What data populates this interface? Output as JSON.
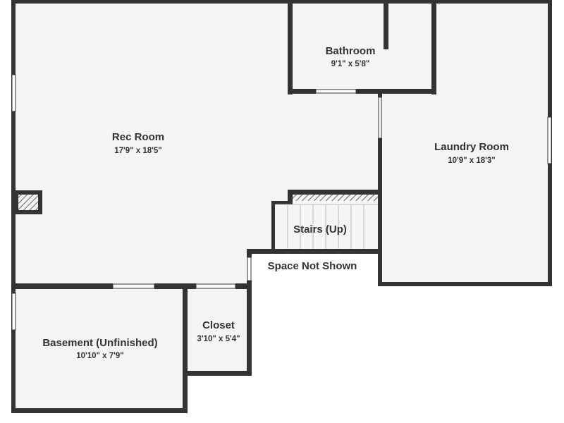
{
  "colors": {
    "wall": "#333333",
    "floor": "#f5f5f5",
    "opening": "#ffffff",
    "stair_line": "#bdbdbd",
    "text": "#333333"
  },
  "rooms": {
    "rec_room": {
      "name": "Rec Room",
      "dims": "17'9\" x 18'5\""
    },
    "bathroom": {
      "name": "Bathroom",
      "dims": "9'1\" x 5'8\""
    },
    "laundry_room": {
      "name": "Laundry Room",
      "dims": "10'9\" x 18'3\""
    },
    "stairs": {
      "name": "Stairs (Up)"
    },
    "basement": {
      "name": "Basement (Unfinished)",
      "dims": "10'10\" x 7'9\""
    },
    "closet": {
      "name": "Closet",
      "dims": "3'10\" x 5'4\""
    }
  },
  "notes": {
    "space_not_shown": "Space Not Shown"
  }
}
